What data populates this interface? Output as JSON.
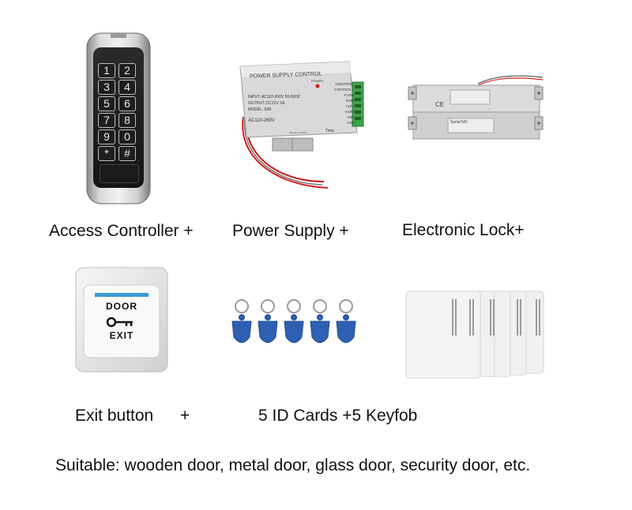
{
  "items": {
    "access_controller": {
      "caption": "Access Controller +",
      "keys": [
        "1",
        "2",
        "3",
        "4",
        "5",
        "6",
        "7",
        "8",
        "9",
        "0",
        "*",
        "#"
      ]
    },
    "power_supply": {
      "caption": "Power Supply +",
      "panel_title": "POWER SUPPLY CONTROL",
      "power_label": "POWER",
      "input_line": "INPUT: AC110-260V 50-60HZ",
      "output_line": "OUTPUT: DC12V 3A",
      "model_line": "MODEL: K80",
      "voltage_line": "AC110-260V",
      "made_in": "MADE IN CHINA",
      "time_label": "Time",
      "terminals": [
        "CONTROL-",
        "CONTROL+",
        "PUSH",
        "GND",
        "+12V",
        "-COM",
        "+NC",
        "+NO"
      ]
    },
    "electronic_lock": {
      "caption": "Electronic Lock+",
      "serial_label": "Serial NO."
    },
    "exit_button": {
      "caption": "Exit button",
      "plus": "+",
      "top_text": "DOOR",
      "bottom_text": "EXIT"
    },
    "id_cards": {
      "caption": "5 ID Cards +5 Keyfob"
    }
  },
  "footer": {
    "text": "Suitable: wooden door, metal door, glass door, security door, etc."
  },
  "colors": {
    "keyfob_blue": "#2f5fb3",
    "terminal_green": "#3ea34a",
    "exit_stripe": "#3a9bd5",
    "wire_red": "#d62020"
  }
}
